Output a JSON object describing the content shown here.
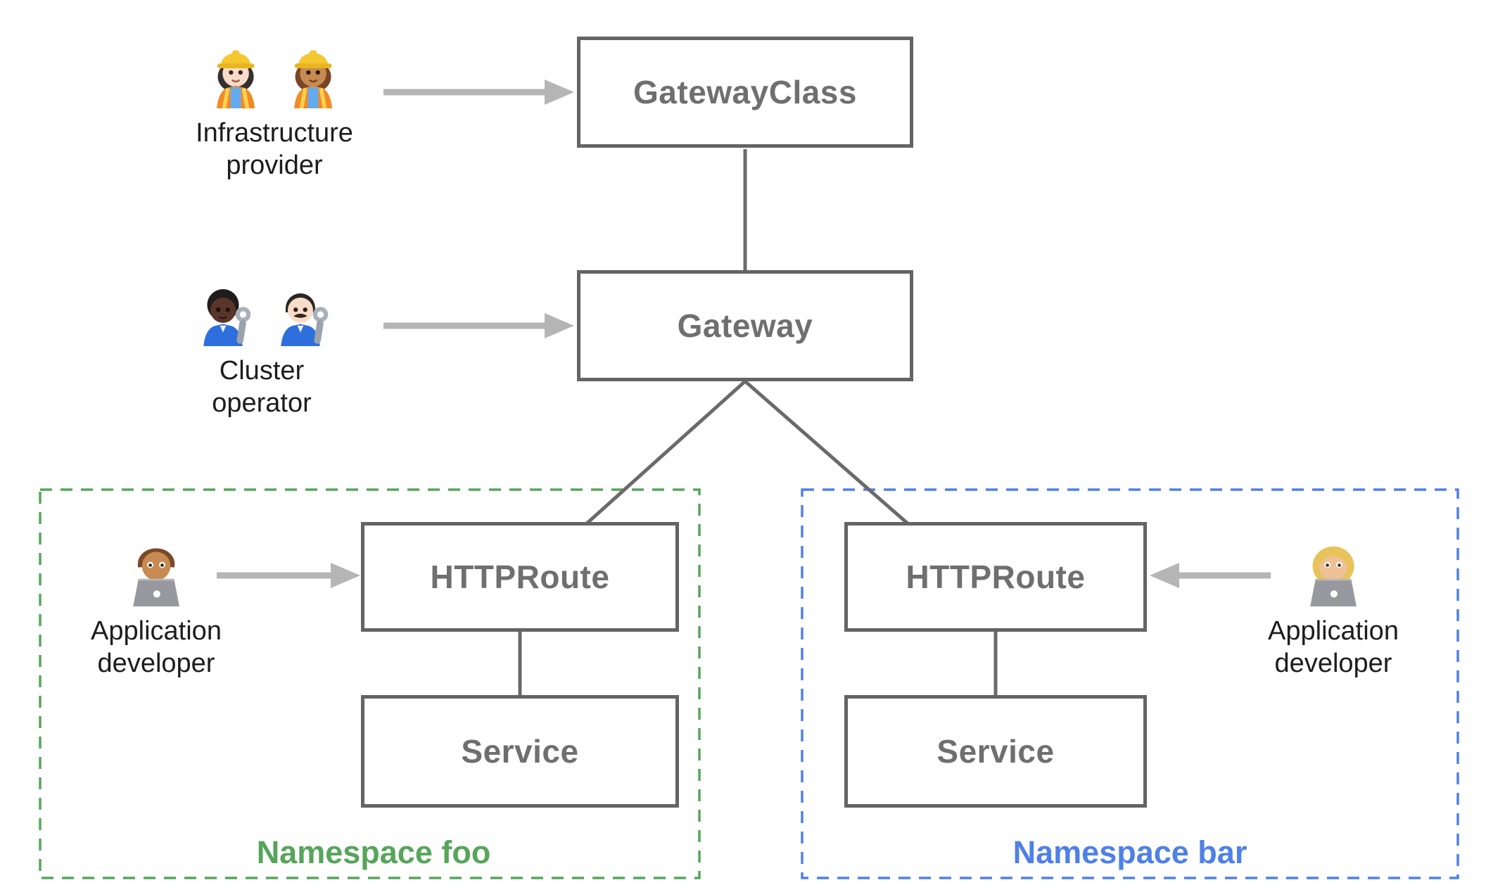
{
  "boxes": {
    "gateway_class": {
      "label": "GatewayClass"
    },
    "gateway": {
      "label": "Gateway"
    },
    "httproute_foo": {
      "label": "HTTPRoute"
    },
    "service_foo": {
      "label": "Service"
    },
    "httproute_bar": {
      "label": "HTTPRoute"
    },
    "service_bar": {
      "label": "Service"
    }
  },
  "personas": {
    "infrastructure_provider": {
      "line1": "Infrastructure",
      "line2": "provider",
      "emoji": "👷🏻‍♀️ 👷🏽‍♀️"
    },
    "cluster_operator": {
      "line1": "Cluster",
      "line2": "operator",
      "emoji": "🧑🏿‍🔧 👨🏻‍🔧"
    },
    "application_developer_foo": {
      "line1": "Application",
      "line2": "developer",
      "emoji": "👨🏽‍💻"
    },
    "application_developer_bar": {
      "line1": "Application",
      "line2": "developer",
      "emoji": "👩🏼‍💻"
    }
  },
  "namespaces": {
    "foo": {
      "label": "Namespace foo",
      "color": "#57a55b"
    },
    "bar": {
      "label": "Namespace bar",
      "color": "#4f80e8"
    }
  },
  "colors": {
    "background": "#ffffff",
    "box_border": "#646464",
    "box_text": "#6f6f6f",
    "connector": "#6a6a6a",
    "arrow": "#b5b5b5",
    "persona_text": "#1d1d1d"
  }
}
